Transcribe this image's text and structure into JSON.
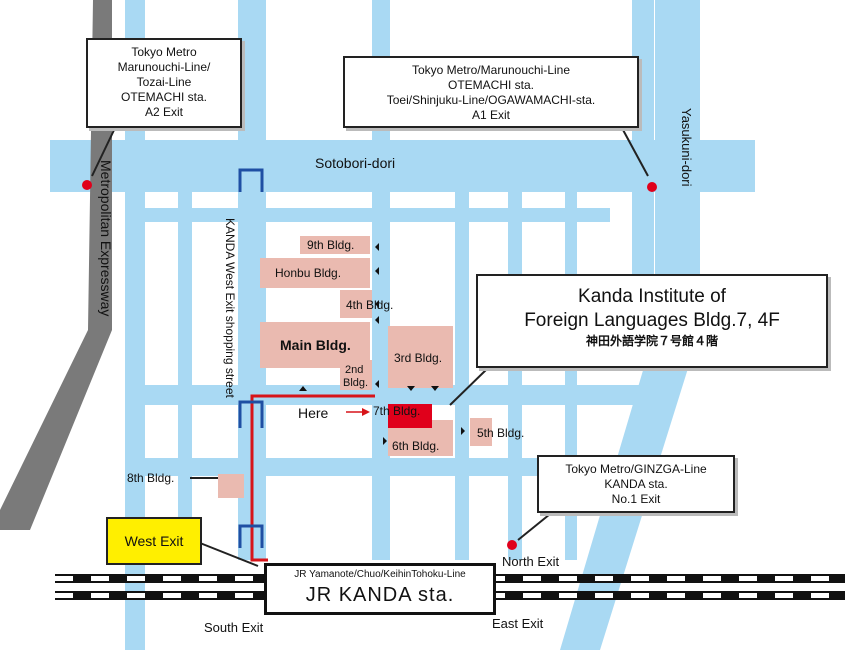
{
  "callouts": {
    "otemachi_a2": [
      "Tokyo Metro",
      "Marunouchi-Line/",
      "Tozai-Line",
      "OTEMACHI sta.",
      "A2 Exit"
    ],
    "otemachi_a1": [
      "Tokyo Metro/Marunouchi-Line",
      "OTEMACHI sta.",
      "Toei/Shinjuku-Line/OGAWAMACHI-sta.",
      "A1 Exit"
    ],
    "kanda_institute": [
      "Kanda Institute of",
      "Foreign Languages Bldg.7, 4F",
      "神田外語学院７号館４階"
    ],
    "ginza_kanda": [
      "Tokyo Metro/GINZGA-Line",
      "KANDA sta.",
      "No.1 Exit"
    ]
  },
  "roads": {
    "sotobori": "Sotobori-dori",
    "yasukuni": "Yasukuni-dori",
    "expressway": "Metropolitan Expressway",
    "shopping_street": "KANDA West Exit shopping street"
  },
  "buildings": {
    "bldg9": "9th Bldg.",
    "honbu": "Honbu Bldg.",
    "bldg4": "4th Bldg.",
    "main": "Main Bldg.",
    "bldg3": "3rd Bldg.",
    "bldg2_line1": "2nd",
    "bldg2_line2": "Bldg.",
    "bldg7": "7th Bldg.",
    "bldg6": "6th Bldg.",
    "bldg5": "5th Bldg.",
    "bldg8": "8th Bldg."
  },
  "here_label": "Here",
  "exits": {
    "west": "West Exit",
    "north": "North Exit",
    "south": "South Exit",
    "east": "East Exit"
  },
  "station": {
    "lines": "JR Yamanote/Chuo/KeihinTohoku-Line",
    "name": "JR KANDA sta."
  },
  "colors": {
    "road": "#a9d9f3",
    "building": "#eabab0",
    "target": "#e0001b",
    "route": "#d7141a",
    "crossing": "#1f4fa3",
    "expressway": "#7a7a7a",
    "callout_west_exit": "#ffef00"
  }
}
